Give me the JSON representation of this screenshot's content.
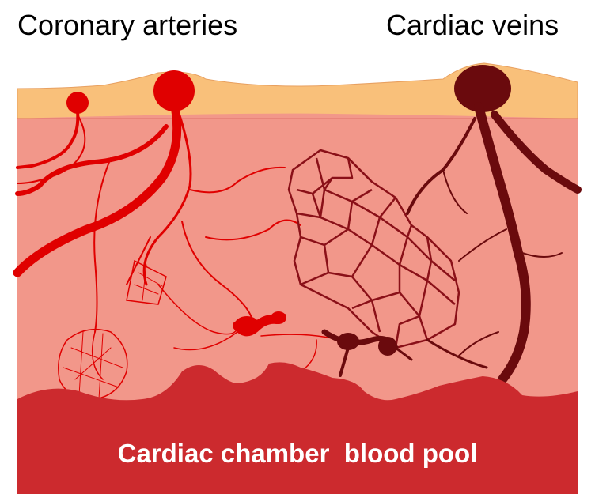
{
  "labels": {
    "arteries": "Coronary arteries",
    "veins": "Cardiac veins",
    "chamber": "Cardiac chamber  blood pool"
  },
  "colors": {
    "epicardium": "#f9c07a",
    "myocardium": "#f2978a",
    "blood_pool": "#cc2a2e",
    "artery": "#e00000",
    "vein": "#6a0a0d",
    "background": "#ffffff"
  }
}
